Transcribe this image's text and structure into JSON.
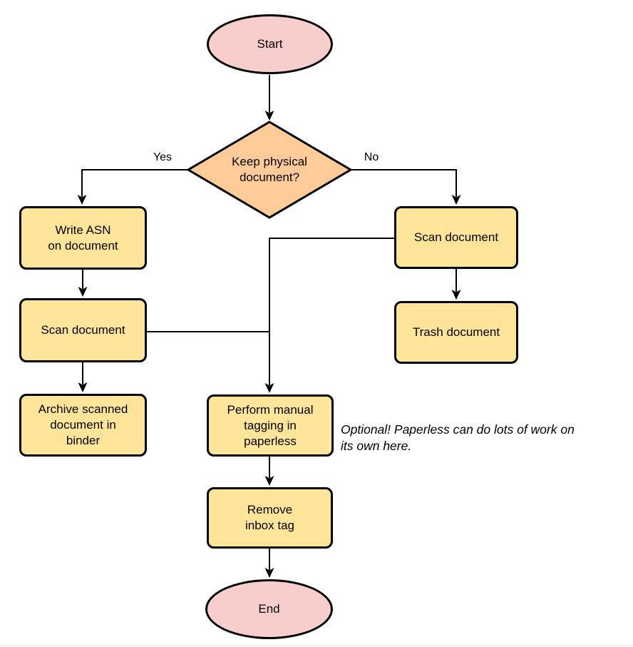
{
  "diagram": {
    "nodes": {
      "start": {
        "label": "Start"
      },
      "decision": {
        "line1": "Keep physical",
        "line2": "document?"
      },
      "write_asn": {
        "line1": "Write ASN",
        "line2": "on document"
      },
      "scan_left": {
        "label": "Scan document"
      },
      "archive": {
        "line1": "Archive scanned",
        "line2": "document in",
        "line3": "binder"
      },
      "scan_right": {
        "label": "Scan document"
      },
      "trash": {
        "label": "Trash document"
      },
      "tagging": {
        "line1": "Perform manual",
        "line2": "tagging in",
        "line3": "paperless"
      },
      "remove_tag": {
        "line1": "Remove",
        "line2": "inbox tag"
      },
      "end": {
        "label": "End"
      }
    },
    "edge_labels": {
      "yes": "Yes",
      "no": "No"
    },
    "annotation": {
      "line1": "Optional! Paperless can do lots of work on",
      "line2": "its own here."
    },
    "colors": {
      "terminal_fill": "#F8CECC",
      "process_fill": "#FFE59A",
      "decision_fill": "#FFCC99",
      "stroke": "#000000"
    }
  }
}
